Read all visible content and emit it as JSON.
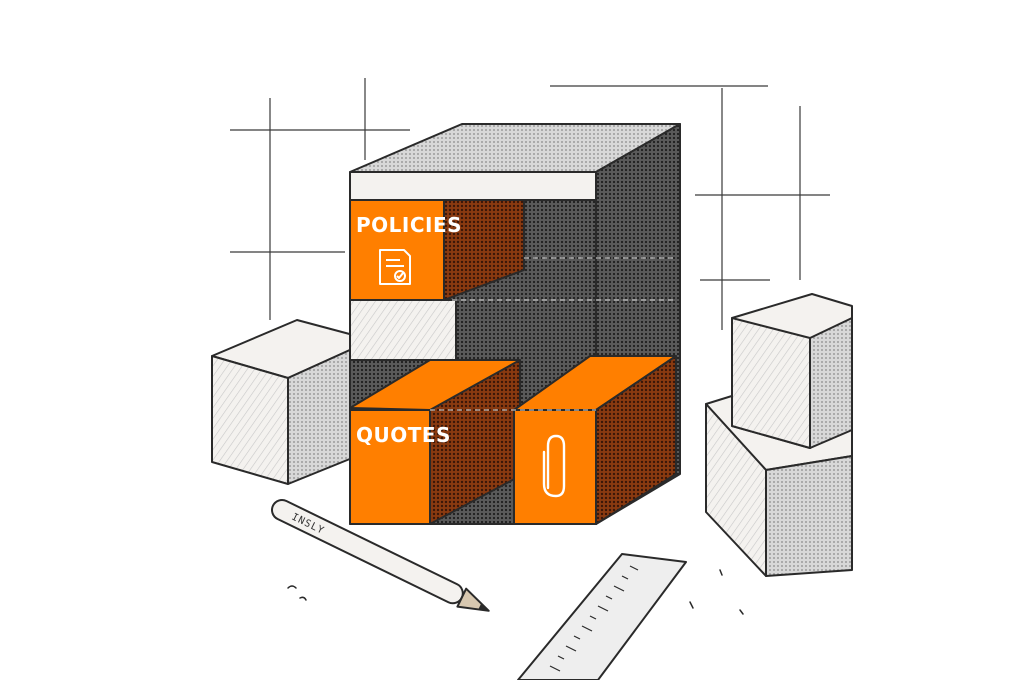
{
  "labels": {
    "policies": "POLICIES",
    "quotes": "QUOTES",
    "pencil_brand": "INSLY"
  },
  "icons": {
    "policies": "document-check-icon",
    "attachment": "paperclip-icon"
  },
  "colors": {
    "accent": "#ff7f00",
    "accent_dark": "#6b2e12",
    "ink": "#2a2a2a",
    "paper": "#f4f2ef",
    "shade_dark": "#3a3a3a"
  }
}
